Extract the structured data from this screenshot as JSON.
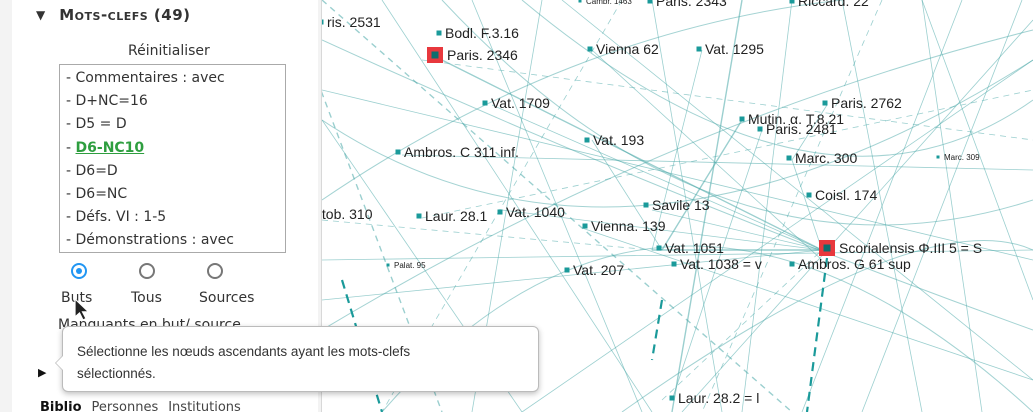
{
  "sidebar": {
    "section_title": "Mots-clefs (49)",
    "reset_label": "Réinitialiser",
    "keywords": [
      "- Commentaires : avec",
      "- D+NC=16",
      "- D5 = D",
      "- D6-NC10",
      "- D6=D",
      "- D6=NC",
      "- Défs. VI : 1-5",
      "- Démonstrations : avec"
    ],
    "selected_keyword": "- D6-NC10",
    "radio_options": [
      "Buts",
      "Tous",
      "Sources"
    ],
    "radio_selected": "Buts",
    "missing_label": "Manquants en but/ source",
    "bottom_tabs": [
      "Biblio",
      "Personnes",
      "Institutions"
    ]
  },
  "tooltip": {
    "line1": "Sélectionne les nœuds ascendants ayant les mots-clefs",
    "line2": "sélectionnés."
  },
  "graph": {
    "edge_color": "#4aa8a8",
    "node_color": "#1a9a9a",
    "highlight_color": "#e8383d",
    "nodes": [
      {
        "label": "ris. 2531",
        "size": "normal"
      },
      {
        "label": "Bodl. F.3.16",
        "size": "normal"
      },
      {
        "label": "Paris. 2346",
        "size": "normal",
        "highlight": true
      },
      {
        "label": "Vienna 62",
        "size": "normal"
      },
      {
        "label": "Vat. 1295",
        "size": "normal"
      },
      {
        "label": "Cambr. 1463",
        "size": "small"
      },
      {
        "label": "Paris. 2343",
        "size": "normal"
      },
      {
        "label": "Riccard. 22",
        "size": "normal"
      },
      {
        "label": "Vat. 1709",
        "size": "normal"
      },
      {
        "label": "Paris. 2762",
        "size": "normal"
      },
      {
        "label": "Mutin. α. T.8.21",
        "size": "normal"
      },
      {
        "label": "Paris. 2481",
        "size": "normal"
      },
      {
        "label": "Vat. 193",
        "size": "normal"
      },
      {
        "label": "Ambros. C 311 inf.",
        "size": "normal"
      },
      {
        "label": "Marc. 300",
        "size": "normal"
      },
      {
        "label": "Marc. 309",
        "size": "small"
      },
      {
        "label": "Coisl. 174",
        "size": "normal"
      },
      {
        "label": "Savile 13",
        "size": "normal"
      },
      {
        "label": "ttob. 310",
        "size": "normal"
      },
      {
        "label": "Laur. 28.1",
        "size": "normal"
      },
      {
        "label": "Vat. 1040",
        "size": "normal"
      },
      {
        "label": "Vienna. 139",
        "size": "normal"
      },
      {
        "label": "Vat. 1051",
        "size": "normal"
      },
      {
        "label": "Scorialensis Φ.III 5 = S",
        "size": "normal",
        "highlight": true
      },
      {
        "label": "Palat. 95",
        "size": "small"
      },
      {
        "label": "Vat. 207",
        "size": "normal"
      },
      {
        "label": "Vat. 1038 = v",
        "size": "normal"
      },
      {
        "label": "Ambros. G 61 sup",
        "size": "normal"
      },
      {
        "label": "Laur. 28.2 = l",
        "size": "normal"
      }
    ]
  }
}
